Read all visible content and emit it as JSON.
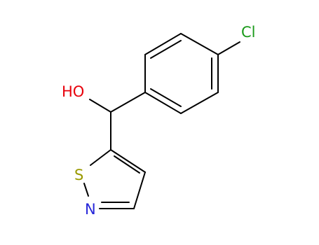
{
  "molecule": {
    "atoms": {
      "chlorine": {
        "symbol": "Cl",
        "color": "#1a9a1a"
      },
      "hydroxyl": {
        "symbol": "HO",
        "color": "#e8000b"
      },
      "sulfur": {
        "symbol": "S",
        "color": "#9a9a00"
      },
      "nitrogen": {
        "symbol": "N",
        "color": "#2626d9"
      }
    }
  }
}
